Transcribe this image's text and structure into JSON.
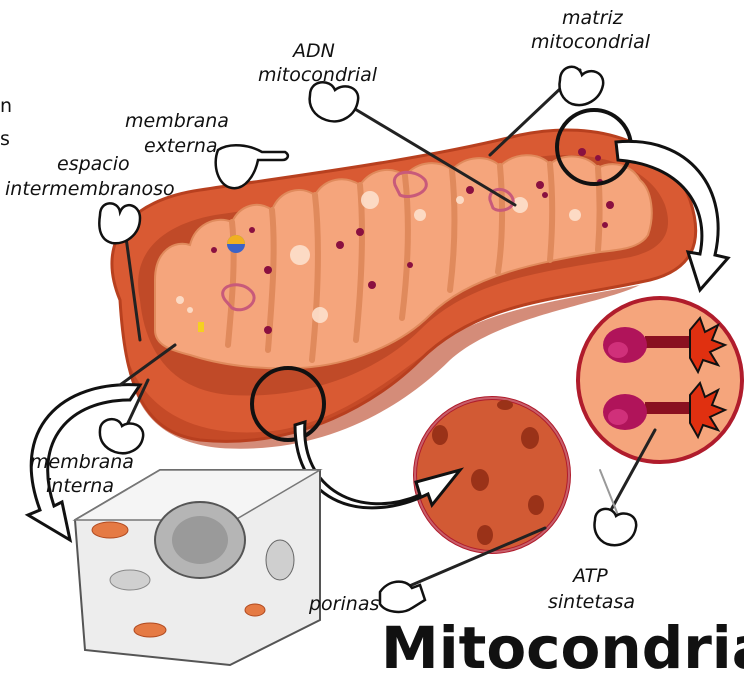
{
  "title": "Mitocondria",
  "cut_text": {
    "line1": "n",
    "line2": "s"
  },
  "labels": {
    "adn": {
      "line1": "ADN",
      "line2": "mitocondrial"
    },
    "matriz": {
      "line1": "matriz",
      "line2": "mitocondrial"
    },
    "membrana_externa": {
      "line1": "membrana",
      "line2": "externa"
    },
    "espacio": {
      "line1": "espacio",
      "line2": "intermembranoso"
    },
    "membrana_interna": {
      "line1": "membrana",
      "line2": "interna"
    },
    "porinas": "porinas",
    "atp_sintetasa": {
      "line1": "ATP",
      "line2": "sintetasa"
    }
  },
  "colors": {
    "outer_membrane": "#d95a33",
    "outer_membrane_dark": "#b8401f",
    "inner_matrix": "#f5a57c",
    "cristae_light": "#f8b994",
    "intermembrane": "#c04a28",
    "dna_loop": "#c85a7a",
    "atp_synthase": "#b0145a",
    "circle_outline": "#111111",
    "zoom_fill": "#d25a34",
    "spot": "#9a3218"
  },
  "icons": [
    "pointing-hand-icon",
    "pen-icon",
    "cell-illustration",
    "curved-arrow-icon"
  ]
}
